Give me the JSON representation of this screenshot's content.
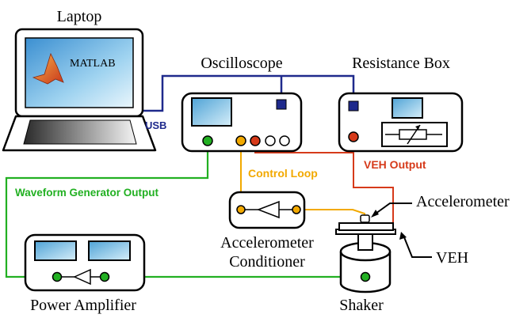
{
  "labels": {
    "laptop": "Laptop",
    "matlab": "MATLAB",
    "oscilloscope": "Oscilloscope",
    "resistance_box": "Resistance Box",
    "usb": "USB",
    "veh_output": "VEH Output",
    "control_loop": "Control Loop",
    "waveform_generator_output": "Waveform Generator Output",
    "accelerometer": "Accelerometer",
    "accelerometer_conditioner_line1": "Accelerometer",
    "accelerometer_conditioner_line2": "Conditioner",
    "veh": "VEH",
    "power_amplifier": "Power Amplifier",
    "shaker": "Shaker"
  },
  "colors": {
    "usb": "#1f2a8c",
    "veh_output": "#d63a1a",
    "control_loop": "#f2a900",
    "waveform": "#22b022",
    "screen": "#5bb6e0",
    "outline": "#000000"
  }
}
